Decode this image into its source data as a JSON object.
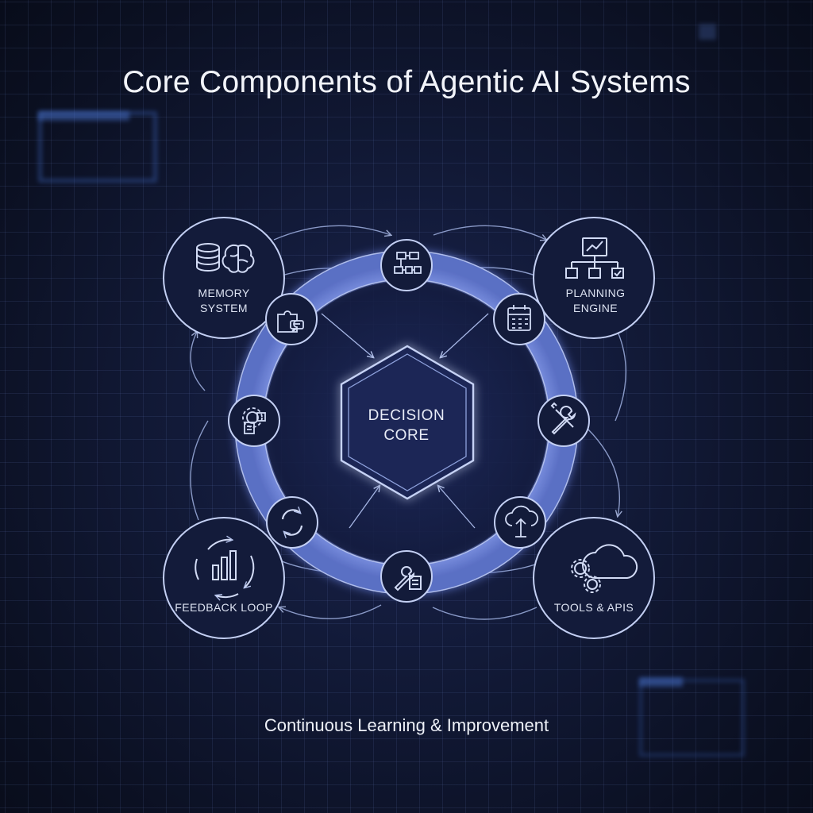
{
  "title": "Core Components of Agentic AI Systems",
  "center": {
    "line1": "DECISION",
    "line2": "CORE"
  },
  "nodes": {
    "memory": {
      "line1": "MEMORY",
      "line2": "SYSTEM"
    },
    "planning": {
      "line1": "PLANNING",
      "line2": "ENGINE"
    },
    "feedback": {
      "line1": "FEEDBACK LOOP"
    },
    "tools": {
      "line1": "TOOLS & APIS"
    }
  },
  "footer": "Continuous Learning & Improvement",
  "ring_icons": [
    "workflow-icon",
    "calendar-icon",
    "wrench-screwdriver-icon",
    "cloud-upload-icon",
    "wrench-list-icon",
    "refresh-icon",
    "gear-document-icon",
    "puzzle-chat-icon"
  ],
  "colors": {
    "ring": "#6f84d8",
    "line": "#a9b8e6",
    "text": "#e8ecf7",
    "background": "#0d1224"
  }
}
